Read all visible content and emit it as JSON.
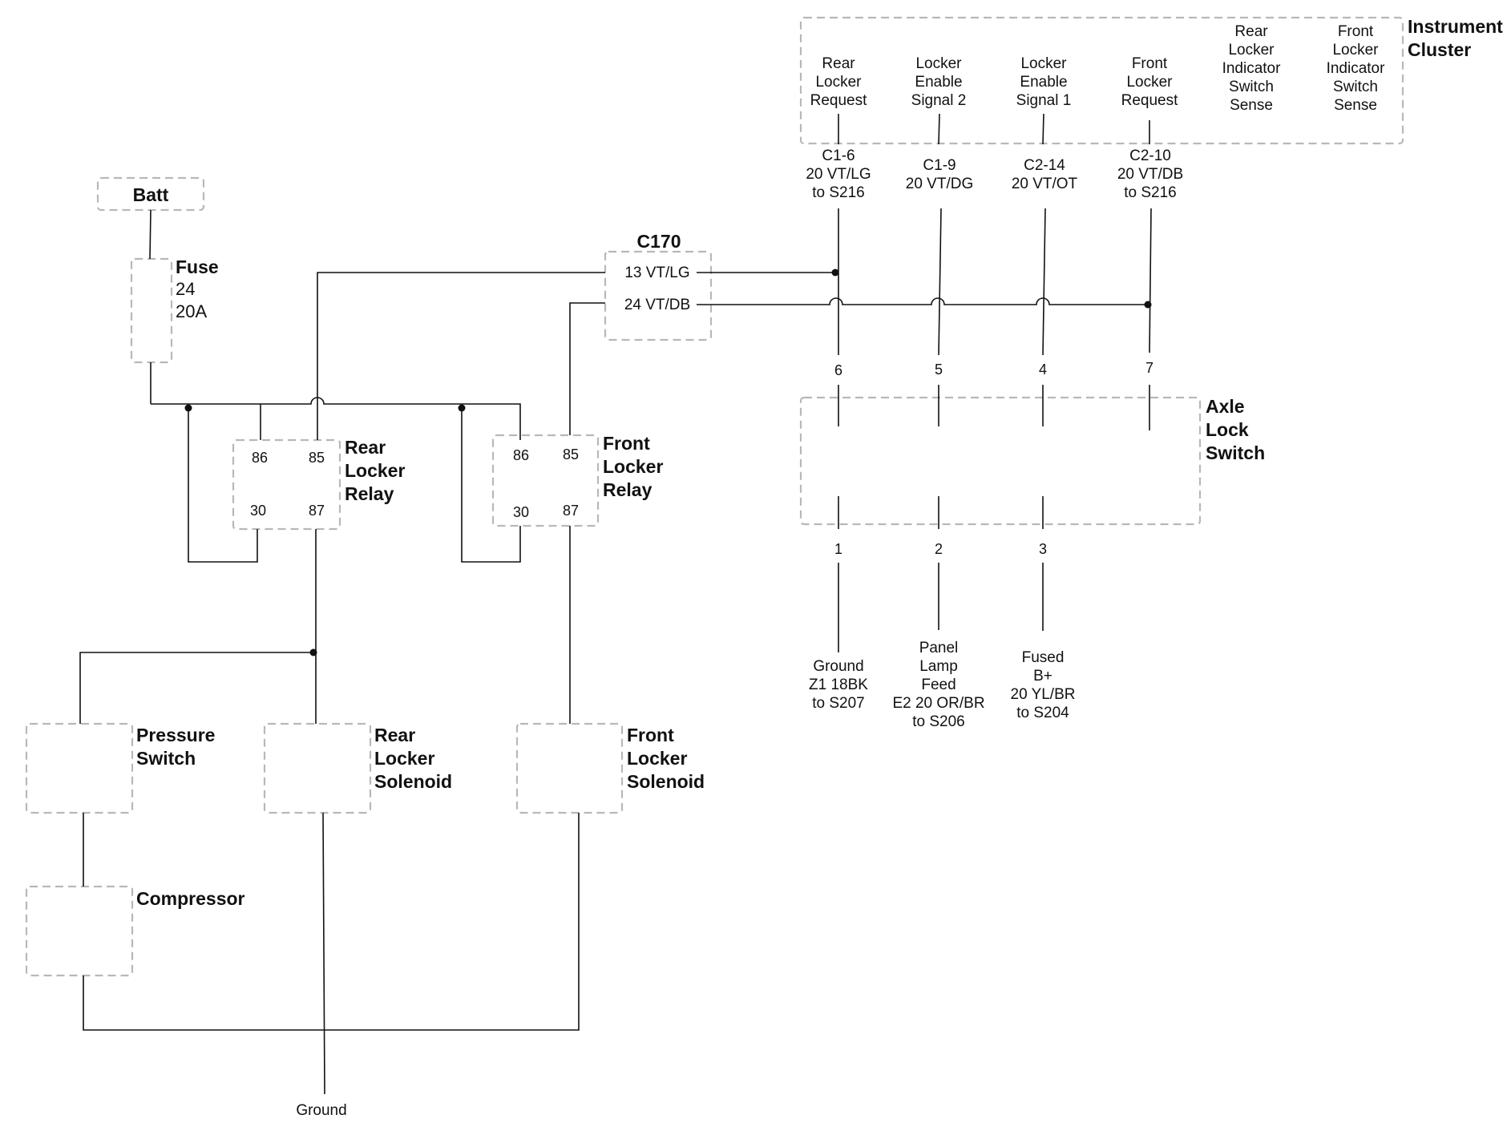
{
  "components": {
    "batt": {
      "title": "Batt"
    },
    "fuse": {
      "title": "Fuse",
      "number": "24",
      "rating": "20A"
    },
    "c170": {
      "title": "C170",
      "pin_a": "13 VT/LG",
      "pin_b": "24 VT/DB"
    },
    "rear_relay": {
      "title_lines": [
        "Rear",
        "Locker",
        "Relay"
      ],
      "pins": {
        "p86": "86",
        "p85": "85",
        "p30": "30",
        "p87": "87"
      }
    },
    "front_relay": {
      "title_lines": [
        "Front",
        "Locker",
        "Relay"
      ],
      "pins": {
        "p86": "86",
        "p85": "85",
        "p30": "30",
        "p87": "87"
      }
    },
    "pressure_switch": {
      "title_lines": [
        "Pressure",
        "Switch"
      ]
    },
    "compressor": {
      "title": "Compressor"
    },
    "rear_solenoid": {
      "title_lines": [
        "Rear",
        "Locker",
        "Solenoid"
      ]
    },
    "front_solenoid": {
      "title_lines": [
        "Front",
        "Locker",
        "Solenoid"
      ]
    },
    "instrument_cluster": {
      "title_lines": [
        "Instrument",
        "Cluster"
      ],
      "signals": [
        {
          "lines": [
            "Rear",
            "Locker",
            "Request"
          ]
        },
        {
          "lines": [
            "Locker",
            "Enable",
            "Signal 2"
          ]
        },
        {
          "lines": [
            "Locker",
            "Enable",
            "Signal 1"
          ]
        },
        {
          "lines": [
            "Front",
            "Locker",
            "Request"
          ]
        },
        {
          "lines": [
            "Rear",
            "Locker",
            "Indicator",
            "Switch",
            "Sense"
          ]
        },
        {
          "lines": [
            "Front",
            "Locker",
            "Indicator",
            "Switch",
            "Sense"
          ]
        }
      ]
    },
    "axle_switch": {
      "title_lines": [
        "Axle",
        "Lock",
        "Switch"
      ],
      "top_pins": [
        "6",
        "5",
        "4",
        "7"
      ],
      "bottom_pins": [
        "1",
        "2",
        "3"
      ]
    }
  },
  "wire_labels": {
    "cluster": [
      {
        "lines": [
          "C1-6",
          "20 VT/LG",
          "to S216"
        ]
      },
      {
        "lines": [
          "C1-9",
          "20 VT/DG"
        ]
      },
      {
        "lines": [
          "C2-14",
          "20 VT/OT"
        ]
      },
      {
        "lines": [
          "C2-10",
          "20 VT/DB",
          "to S216"
        ]
      }
    ],
    "switch_bottom": [
      {
        "lines": [
          "Ground",
          "Z1 18BK",
          "to S207"
        ]
      },
      {
        "lines": [
          "Panel",
          "Lamp",
          "Feed",
          "E2 20 OR/BR",
          "to S206"
        ]
      },
      {
        "lines": [
          "Fused",
          "B+",
          "20 YL/BR",
          "to S204"
        ]
      }
    ],
    "ground": "Ground"
  }
}
